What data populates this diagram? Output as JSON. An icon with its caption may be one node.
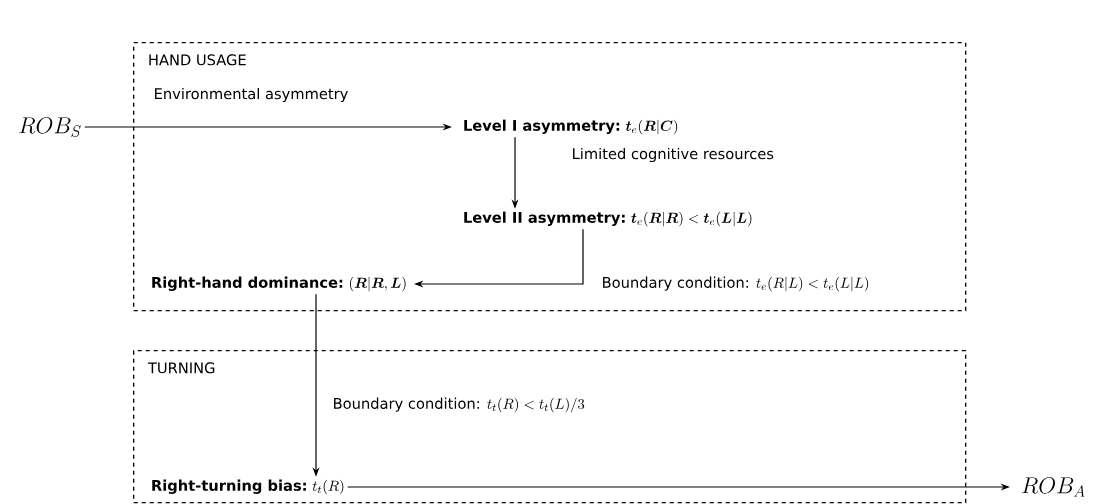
{
  "diagram": {
    "nodes": [
      {
        "text": [
          "HAND USAGE"
        ]
      },
      {
        "text": [
          "TURNING"
        ]
      },
      {
        "text": [
          "ROB_S"
        ]
      },
      {
        "text": [
          "Level I asymmetry:",
          "\\boldsymbol{t}_e(\\boldsymbol{R}|\\boldsymbol{C})"
        ],
        "in": 0
      },
      {
        "text": [
          "Level II asymmetry:",
          "\\boldsymbol{t}_e(\\boldsymbol{R}|\\boldsymbol{R}) < \\boldsymbol{t}_e(\\boldsymbol{L}|\\boldsymbol{L})"
        ],
        "in": 0
      },
      {
        "text": [
          "Right-hand dominance:",
          "(\\boldsymbol{R}|\\boldsymbol{R},\\boldsymbol{L})"
        ],
        "in": 0
      },
      {
        "text": [
          "Right-turning bias:",
          "t_t(R)"
        ],
        "in": 1
      },
      {
        "text": [
          "ROB_A"
        ]
      }
    ],
    "edges": [
      {
        "from": 2,
        "to": 3,
        "arrow": "to",
        "label": "Environmental asymmetry"
      },
      {
        "from": 3,
        "to": 4,
        "arrow": "to",
        "label": "Limited cognitive resources"
      },
      {
        "from": 4,
        "to": 5,
        "arrow": "to",
        "label": "\\text{Boundary condition: } t_e(R|L) < t_e(L|L)"
      },
      {
        "from": 5,
        "to": 6,
        "arrow": "to",
        "label": "\\text{Boundary condition: } t_t(R) < t_t(L)/3"
      },
      {
        "from": 6,
        "to": 7,
        "arrow": "to"
      }
    ]
  }
}
